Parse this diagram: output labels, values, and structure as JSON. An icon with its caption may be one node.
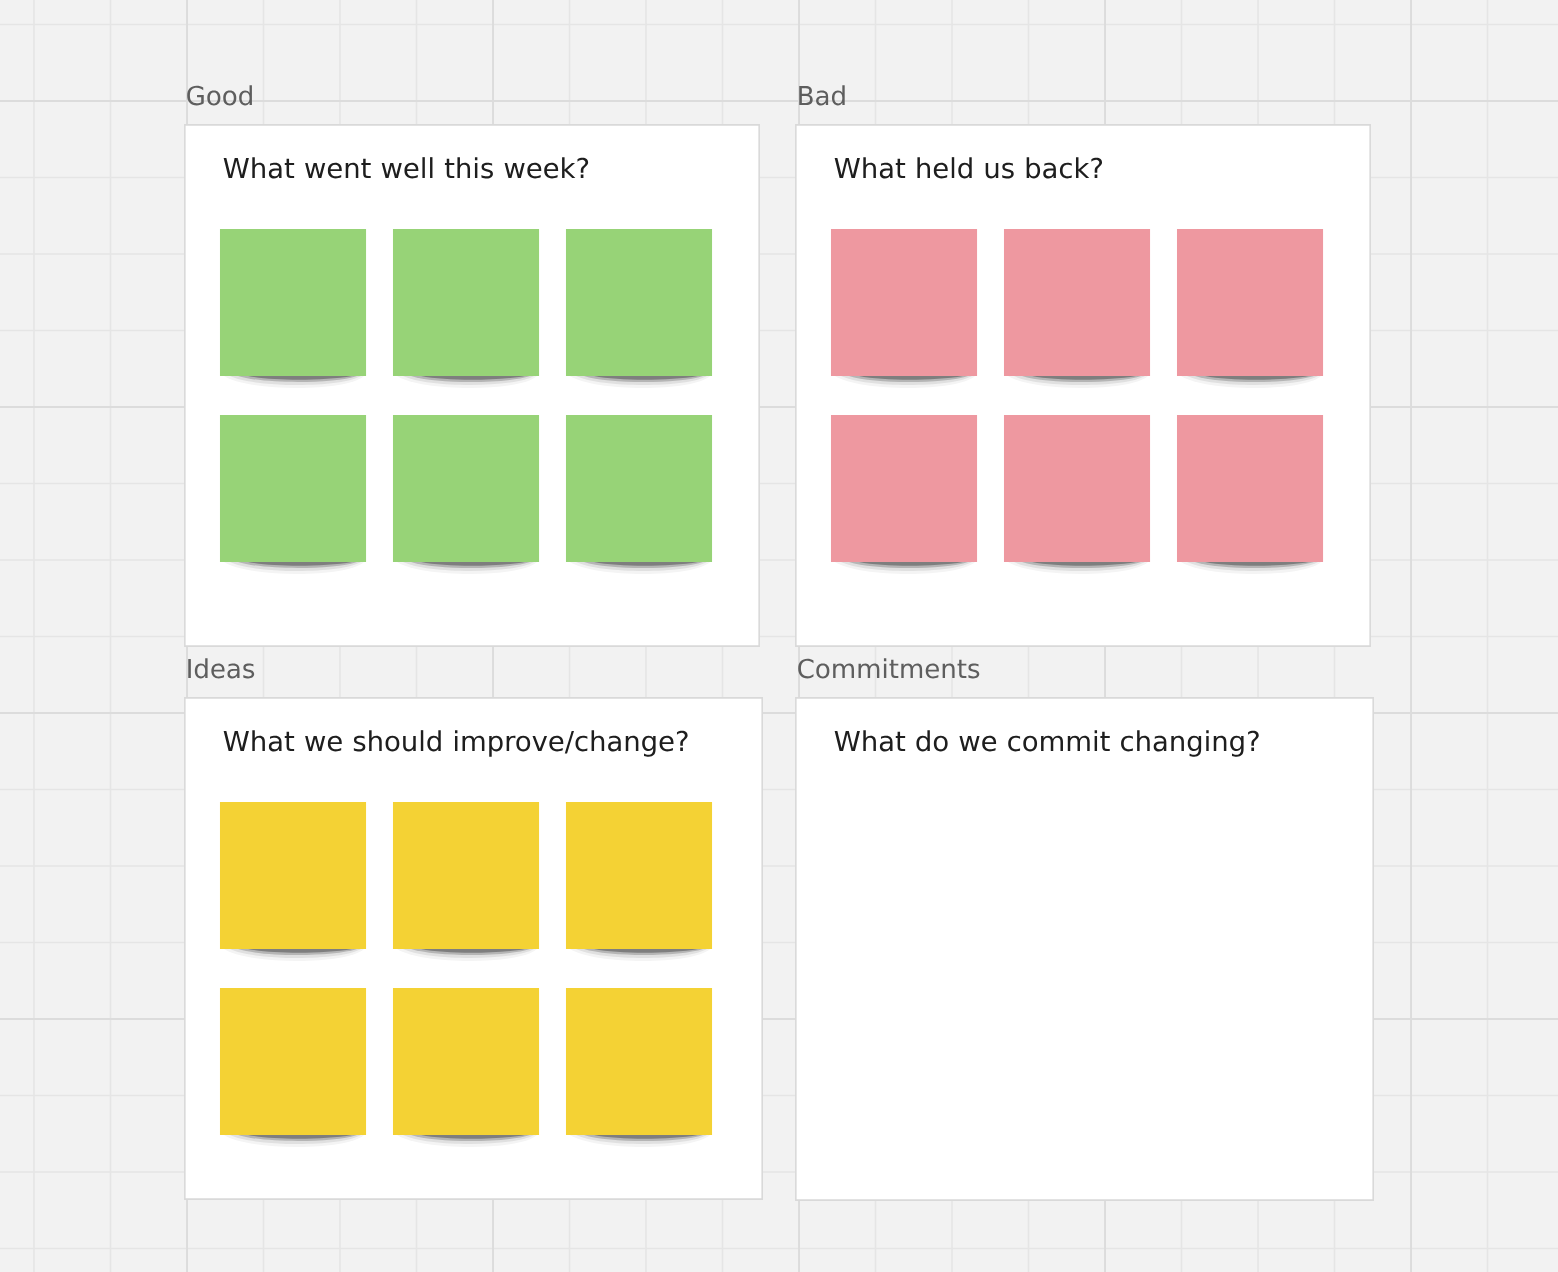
{
  "diagram": {
    "nodes": [
      {
        "text": [
          "Good",
          "What went well this week?"
        ]
      },
      {
        "text": [],
        "shape": "box",
        "in": 0
      },
      {
        "text": [],
        "shape": "box",
        "in": 0
      },
      {
        "text": [],
        "shape": "box",
        "in": 0
      },
      {
        "text": [],
        "shape": "box",
        "in": 0
      },
      {
        "text": [],
        "shape": "box",
        "in": 0
      },
      {
        "text": [],
        "shape": "box",
        "in": 0
      },
      {
        "text": [
          "Bad",
          "What held us back?"
        ]
      },
      {
        "text": [],
        "shape": "box",
        "in": 7
      },
      {
        "text": [],
        "shape": "box",
        "in": 7
      },
      {
        "text": [],
        "shape": "box",
        "in": 7
      },
      {
        "text": [],
        "shape": "box",
        "in": 7
      },
      {
        "text": [],
        "shape": "box",
        "in": 7
      },
      {
        "text": [],
        "shape": "box",
        "in": 7
      },
      {
        "text": [
          "Ideas",
          "What we should improve/change?"
        ]
      },
      {
        "text": [],
        "shape": "box",
        "in": 14
      },
      {
        "text": [],
        "shape": "box",
        "in": 14
      },
      {
        "text": [],
        "shape": "box",
        "in": 14
      },
      {
        "text": [],
        "shape": "box",
        "in": 14
      },
      {
        "text": [],
        "shape": "box",
        "in": 14
      },
      {
        "text": [],
        "shape": "box",
        "in": 14
      },
      {
        "text": [
          "Commitments",
          "What do we commit changing?"
        ]
      }
    ]
  }
}
